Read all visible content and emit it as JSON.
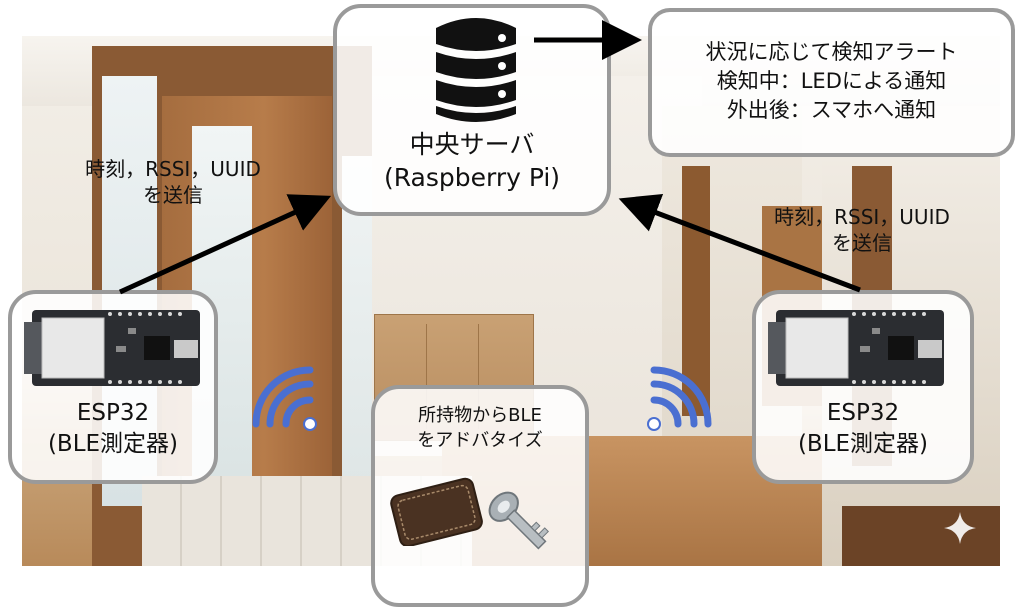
{
  "server": {
    "title_line1": "中央サーバ",
    "title_line2": "(Raspberry Pi)",
    "icon": "database-server-icon"
  },
  "alert": {
    "line1": "状況に応じて検知アラート",
    "line2": "検知中：LEDによる通知",
    "line3": "外出後：スマホへ通知"
  },
  "esp_left": {
    "line1": "ESP32",
    "line2": "(BLE測定器)",
    "icon": "esp32-board-icon"
  },
  "esp_right": {
    "line1": "ESP32",
    "line2": "(BLE測定器)",
    "icon": "esp32-board-icon"
  },
  "send_left": {
    "line1": "時刻，RSSI，UUID",
    "line2": "を送信"
  },
  "send_right": {
    "line1": "時刻，RSSI，UUID",
    "line2": "を送信"
  },
  "belongings": {
    "line1": "所持物からBLE",
    "line2": "をアドバタイズ",
    "icons": [
      "card-case-icon",
      "key-icon"
    ]
  },
  "colors": {
    "box_border": "#9a9a9a",
    "wifi_signal": "#4a6fd1",
    "arrow": "#000000"
  }
}
